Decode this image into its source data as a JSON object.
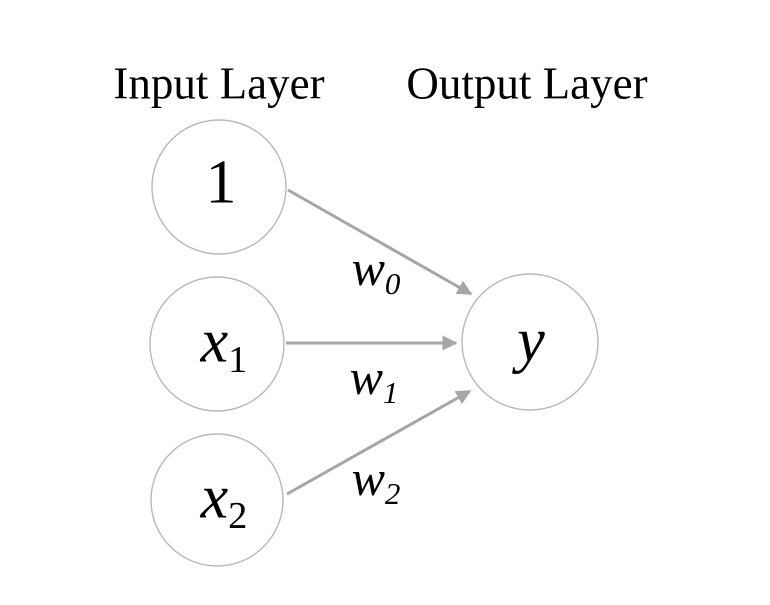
{
  "titles": {
    "input_layer": "Input Layer",
    "output_layer": "Output Layer"
  },
  "colors": {
    "background": "#ffffff",
    "circle_stroke": "#b8b8b8",
    "arrow": "#a6a6a6",
    "text": "#000000"
  },
  "diagram": {
    "type": "neural-network",
    "nodes": [
      {
        "id": "bias",
        "layer": "input",
        "label": "1",
        "sub": ""
      },
      {
        "id": "x1",
        "layer": "input",
        "label": "x",
        "sub": "1"
      },
      {
        "id": "x2",
        "layer": "input",
        "label": "x",
        "sub": "2"
      },
      {
        "id": "y",
        "layer": "output",
        "label": "y",
        "sub": ""
      }
    ],
    "edges": [
      {
        "from": "bias",
        "to": "y",
        "weight_base": "w",
        "weight_sub": "0"
      },
      {
        "from": "x1",
        "to": "y",
        "weight_base": "w",
        "weight_sub": "1"
      },
      {
        "from": "x2",
        "to": "y",
        "weight_base": "w",
        "weight_sub": "2"
      }
    ]
  }
}
